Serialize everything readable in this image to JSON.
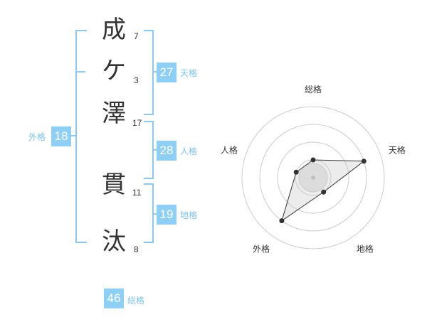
{
  "name_chars": [
    {
      "char": "成",
      "strokes": "7"
    },
    {
      "char": "ケ",
      "strokes": "3"
    },
    {
      "char": "澤",
      "strokes": "17"
    },
    {
      "char": "貫",
      "strokes": "11"
    },
    {
      "char": "汰",
      "strokes": "8"
    }
  ],
  "fortunes": {
    "tenkaku": {
      "value": "27",
      "label": "天格"
    },
    "jinkaku": {
      "value": "28",
      "label": "人格"
    },
    "chikaku": {
      "value": "19",
      "label": "地格"
    },
    "gaikaku": {
      "value": "18",
      "label": "外格"
    },
    "soukaku": {
      "value": "46",
      "label": "総格"
    }
  },
  "colors": {
    "accent": "#8ecff5",
    "bracket": "#8cc9f0",
    "label": "#7cc4ee",
    "text": "#333333"
  },
  "chart_data": {
    "type": "radar",
    "axes": [
      "総格",
      "天格",
      "地格",
      "外格",
      "人格"
    ],
    "rings": 4,
    "values": [
      1,
      3,
      1,
      3,
      1
    ],
    "max": 4
  }
}
